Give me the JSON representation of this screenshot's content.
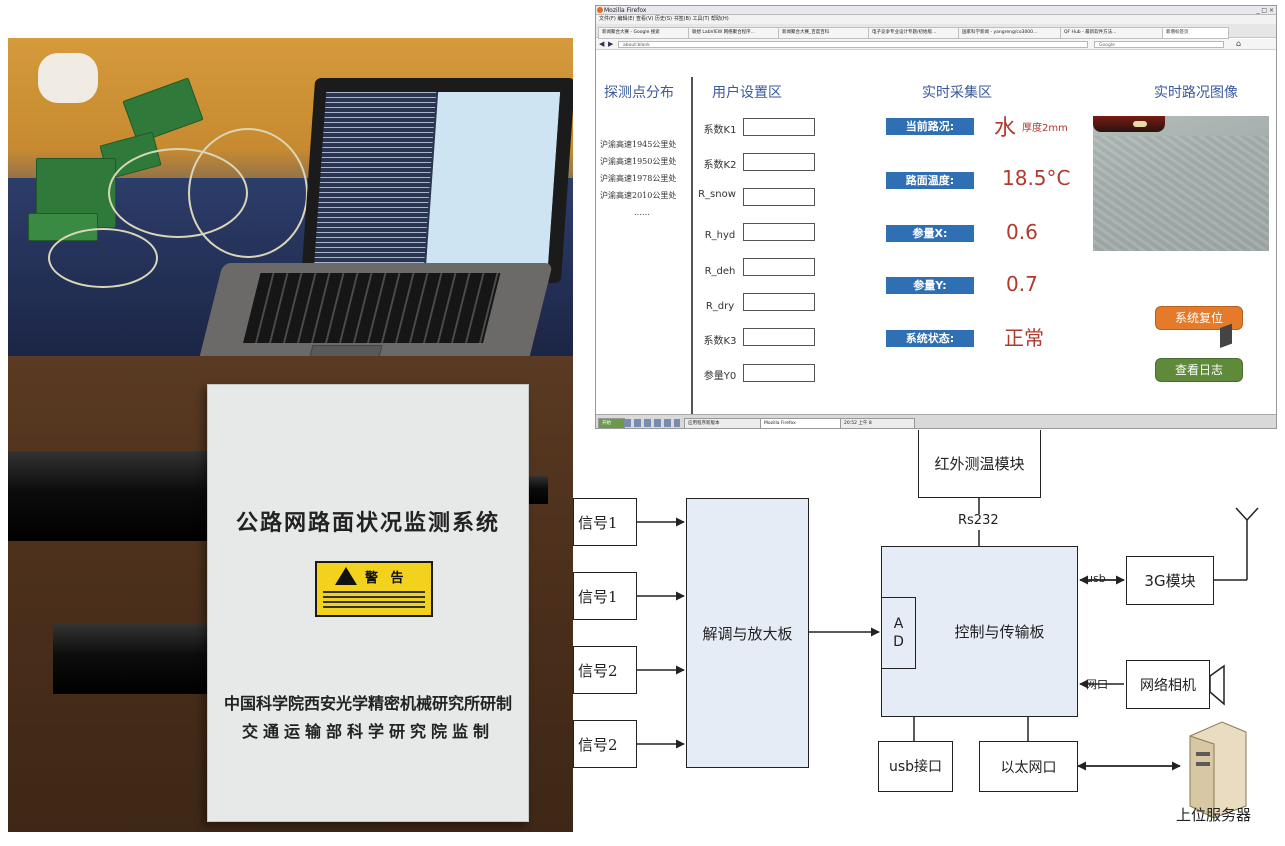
{
  "photo_box": {
    "title": "公路网路面状况监测系统",
    "warning_label": "警 告",
    "maker": "中国科学院西安光学精密机械研究所研制",
    "supervisor": "交通运输部科学研究院监制"
  },
  "browser": {
    "window_title": "Mozilla Firefox",
    "window_controls": "_ □ ×",
    "menu": "文件(F)  编辑(E)  查看(V)  历史(S)  书签(B)  工具(T)  帮助(H)",
    "tabs": [
      "新闻聚合大赛 - Google 搜索",
      "联想 LabVIEW 网络聚合程序...",
      "新闻聚合大赛_百度百科",
      "电子竞争专业设计专题/初始版...",
      "国家科学新闻 - yangreng/co3000...",
      "QF Hub - 最新软件方法...",
      "新增标签页"
    ],
    "url": "about:blank",
    "search_placeholder": "Google",
    "taskbar": [
      "开始",
      "应用程序新版本",
      "Mozilla Firefox",
      "20:52 上午 8"
    ]
  },
  "page": {
    "headers": {
      "locations": "探测点分布",
      "user_settings": "用户设置区",
      "realtime": "实时采集区",
      "road_image": "实时路况图像"
    },
    "locations": [
      "沪渝高速1945公里处",
      "沪渝高速1950公里处",
      "沪渝高速1978公里处",
      "沪渝高速2010公里处",
      "……"
    ],
    "params": [
      {
        "label": "系数K1",
        "value": ""
      },
      {
        "label": "系数K2",
        "value": ""
      },
      {
        "label": "R_snow",
        "value": ""
      },
      {
        "label": "R_hyd",
        "value": ""
      },
      {
        "label": "R_deh",
        "value": ""
      },
      {
        "label": "R_dry",
        "value": ""
      },
      {
        "label": "系数K3",
        "value": ""
      },
      {
        "label": "参量Y0",
        "value": ""
      }
    ],
    "realtime": {
      "road_condition_label": "当前路况:",
      "road_condition_value": "水",
      "thickness_text": "厚度2mm",
      "road_temp_label": "路面温度:",
      "road_temp_value": "18.5°C",
      "param_x_label": "参量X:",
      "param_x_value": "0.6",
      "param_y_label": "参量Y:",
      "param_y_value": "0.7",
      "system_status_label": "系统状态:",
      "system_status_value": "正常"
    },
    "buttons": {
      "reset": "系统复位",
      "log": "查看日志"
    }
  },
  "diagram": {
    "signals": [
      "信号1",
      "信号1",
      "信号2",
      "信号2"
    ],
    "ir_module": "红外测温模块",
    "rs232": "Rs232",
    "demod_board": "解调与放大板",
    "control_board": "控制与传输板",
    "ad": "A D",
    "module_3g": "3G模块",
    "usb_link": "usb",
    "camera": "网络相机",
    "netport_link": "网口",
    "usb_port": "usb接口",
    "ethernet": "以太网口",
    "server": "上位服务器"
  }
}
